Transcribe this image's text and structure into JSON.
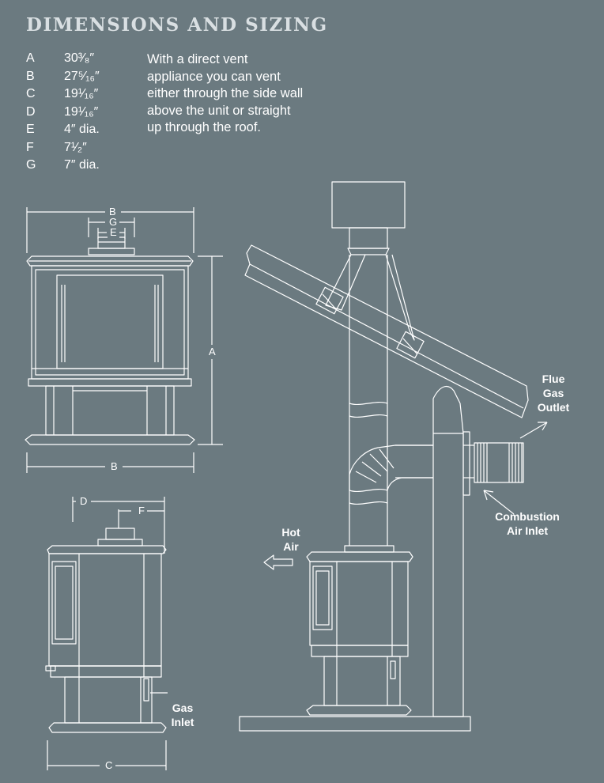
{
  "header": {
    "title": "DIMENSIONS AND SIZING"
  },
  "dimensions": [
    {
      "key": "A",
      "value": "30³⁄₈″"
    },
    {
      "key": "B",
      "value": "27⁵⁄₁₆″"
    },
    {
      "key": "C",
      "value": "19¹⁄₁₆″"
    },
    {
      "key": "D",
      "value": "19¹⁄₁₆″"
    },
    {
      "key": "E",
      "value": "4″ dia."
    },
    {
      "key": "F",
      "value": "7¹⁄₂″"
    },
    {
      "key": "G",
      "value": "7″ dia."
    }
  ],
  "description": "With a direct vent appliance you can vent either through the side wall above the unit or straight up through the roof.",
  "diagram_labels": {
    "flue_gas_outlet": [
      "Flue",
      "Gas",
      "Outlet"
    ],
    "combustion_air_inlet": [
      "Combustion",
      "Air Inlet"
    ],
    "hot_air": [
      "Hot",
      "Air"
    ],
    "gas_inlet": [
      "Gas",
      "Inlet"
    ],
    "dim_A": "A",
    "dim_B_top": "B",
    "dim_G": "G",
    "dim_E": "E",
    "dim_B_bottom": "B",
    "dim_D": "D",
    "dim_F": "F",
    "dim_C": "C"
  }
}
